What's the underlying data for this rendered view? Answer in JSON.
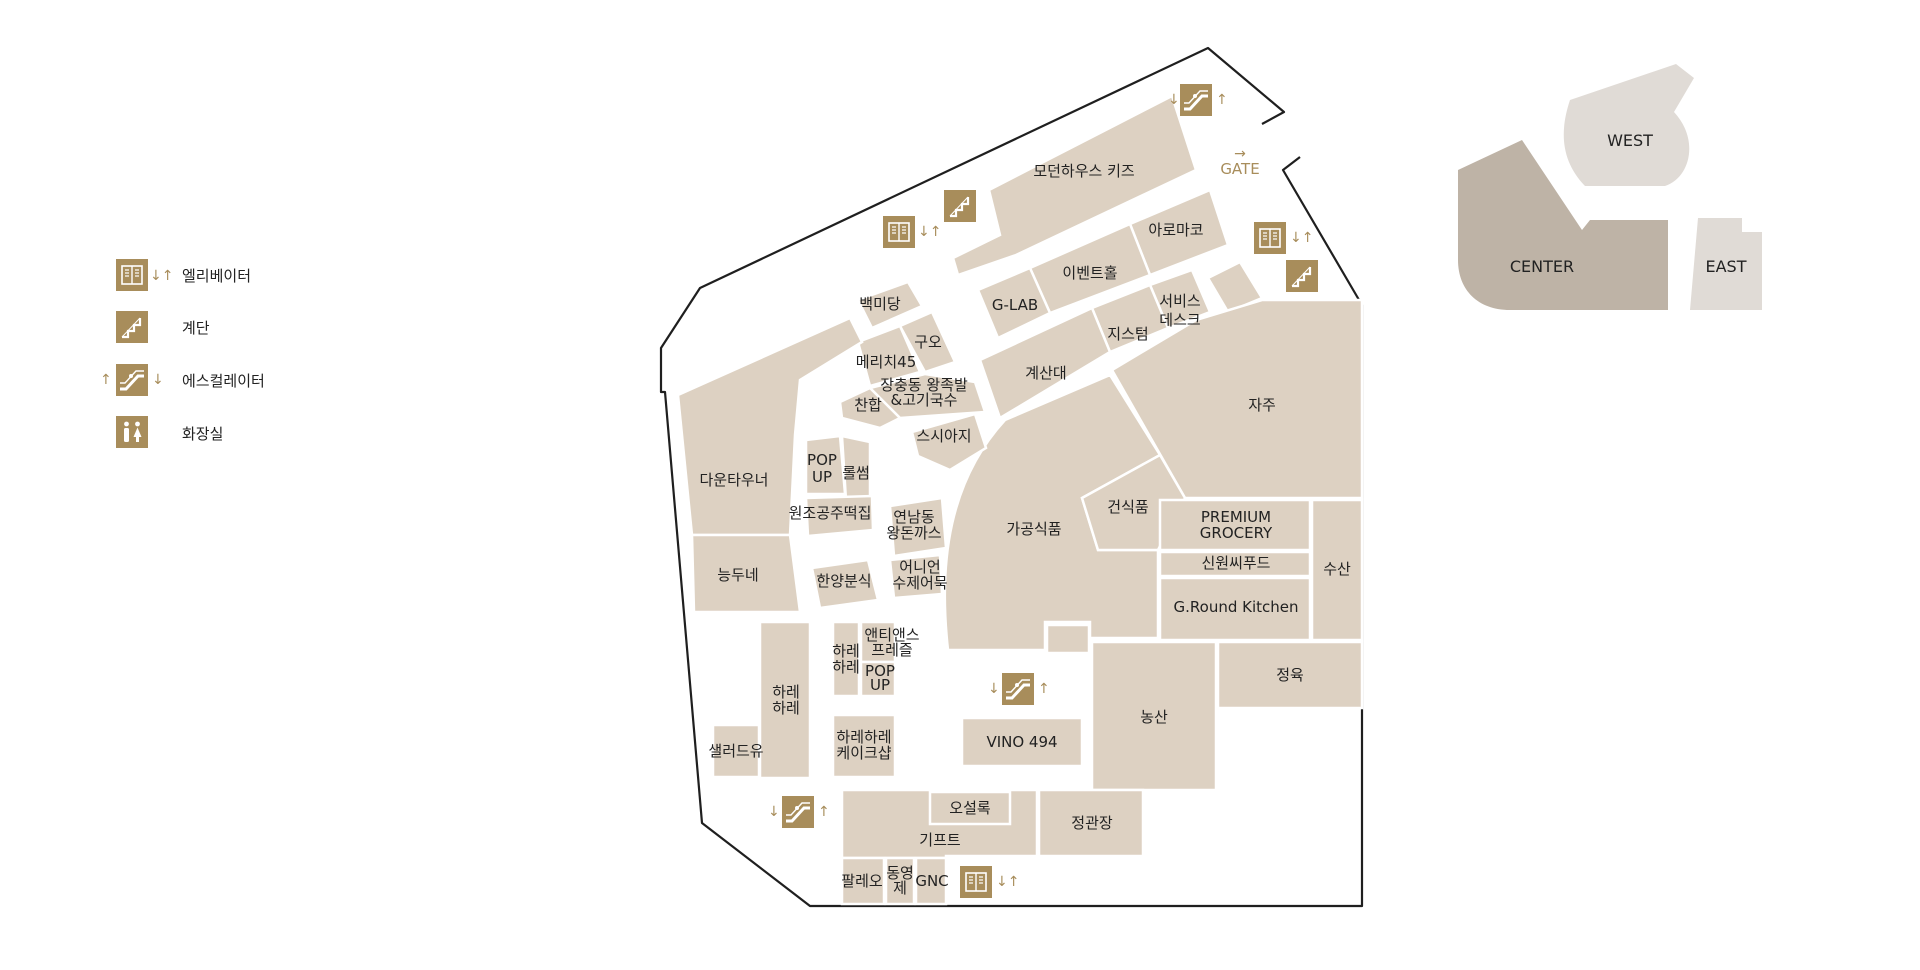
{
  "legend": {
    "elevator": "엘리베이터",
    "stairs": "계단",
    "escalator": "에스컬레이터",
    "restroom": "화장실"
  },
  "gate": "GATE",
  "shops": {
    "modern_house_kids": "모던하우스 키즈",
    "aromaco": "아로마코",
    "event_hall": "이벤트홀",
    "glab": "G-LAB",
    "baekmidang": "백미당",
    "guo": "구오",
    "merichi45": "메리치45",
    "jangchung_1": "장충동 왕족발",
    "jangchung_2": "&고기국수",
    "chanhap": "찬합",
    "sushi": "스시아지",
    "checkout": "계산대",
    "system": "지스텀",
    "service_1": "서비스",
    "service_2": "데스크",
    "jaju": "자주",
    "downtowner": "다운타우너",
    "popup_a_1": "POP",
    "popup_a_2": "UP",
    "rolsseom": "롤썸",
    "wonjo": "원조공주떡집",
    "yeonnam_1": "연남동",
    "yeonnam_2": "왕돈까스",
    "neungdune": "능두네",
    "hanyang": "한양분식",
    "onion_1": "어니언",
    "onion_2": "수제어묵",
    "processed_food": "가공식품",
    "dried_food": "건식품",
    "premium_1": "PREMIUM",
    "premium_2": "GROCERY",
    "sinwon": "신원씨푸드",
    "ground_kitchen": "G.Round Kitchen",
    "seafood": "수산",
    "meat": "정육",
    "harehare_tall_1": "하레",
    "harehare_tall_2": "하레",
    "harehare_small_1": "하레",
    "harehare_small_2": "하레",
    "antians_1": "앤티앤스",
    "antians_2": "프레즐",
    "popup_b_1": "POP",
    "popup_b_2": "UP",
    "salad": "샐러드유",
    "harehare_cake_1": "하레하레",
    "harehare_cake_2": "케이크샵",
    "vino": "VINO 494",
    "agriculture": "농산",
    "osulloc": "오설록",
    "gift": "기프트",
    "jeonggwanjang": "정관장",
    "paleo": "팔레오",
    "dongyoung_1": "동영",
    "dongyoung_2": "제",
    "gnc": "GNC"
  },
  "minimap": {
    "west": "WEST",
    "center": "CENTER",
    "east": "EAST"
  },
  "colors": {
    "shop_fill": "#ddd1c2",
    "icon_gold": "#a88d5b",
    "outline": "#1f1f1f",
    "mini_center": "#beb3a6",
    "mini_other": "#e0dbd6"
  }
}
